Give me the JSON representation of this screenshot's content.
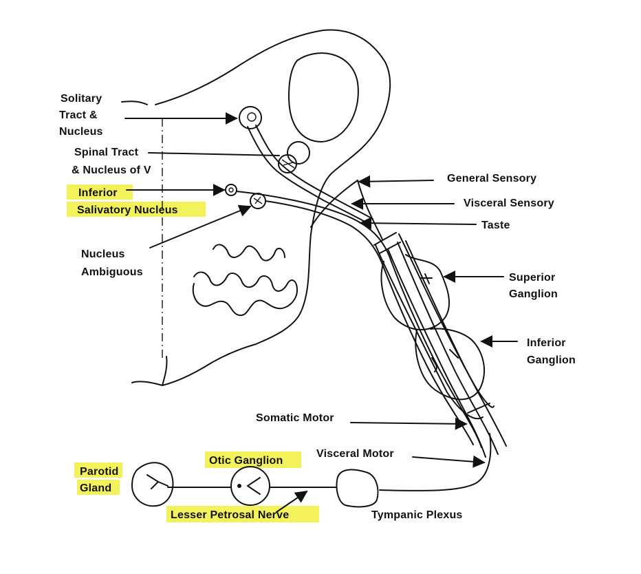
{
  "labels": {
    "solitary_l1": "Solitary",
    "solitary_l2": "Tract &",
    "solitary_l3": "Nucleus",
    "spinal_l1": "Spinal Tract",
    "spinal_l2": "& Nucleus of V",
    "inferior_sal_l1": "Inferior",
    "inferior_sal_l2": "Salivatory Nucleus",
    "ambiguous_l1": "Nucleus",
    "ambiguous_l2": "Ambiguous",
    "general_sensory": "General Sensory",
    "visceral_sensory": "Visceral Sensory",
    "taste": "Taste",
    "superior_l1": "Superior",
    "superior_l2": "Ganglion",
    "inferior_g_l1": "Inferior",
    "inferior_g_l2": "Ganglion",
    "somatic_motor": "Somatic Motor",
    "visceral_motor": "Visceral Motor",
    "parotid_l1": "Parotid",
    "parotid_l2": "Gland",
    "otic_ganglion": "Otic Ganglion",
    "lesser_petrosal": "Lesser Petrosal Nerve",
    "tympanic_plexus": "Tympanic Plexus"
  },
  "highlighted": [
    "inferior_sal_l1",
    "inferior_sal_l2",
    "parotid_l1",
    "parotid_l2",
    "otic_ganglion",
    "lesser_petrosal"
  ],
  "colors": {
    "highlight": "#f4f25a",
    "ink": "#111111",
    "background": "#ffffff"
  }
}
